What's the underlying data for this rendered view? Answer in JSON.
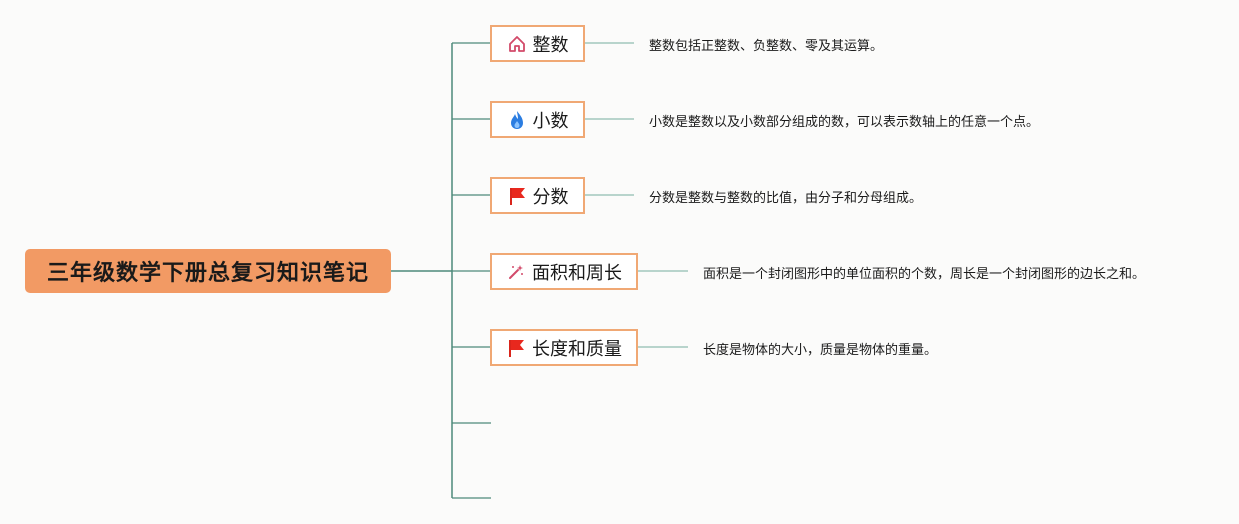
{
  "root": {
    "label": "三年级数学下册总复习知识笔记"
  },
  "topics": [
    {
      "label": "整数",
      "icon": "home-icon",
      "note": "整数包括正整数、负整数、零及其运算。"
    },
    {
      "label": "小数",
      "icon": "flame-icon",
      "note": "小数是整数以及小数部分组成的数，可以表示数轴上的任意一个点。"
    },
    {
      "label": "分数",
      "icon": "red-flag-icon",
      "note": "分数是整数与整数的比值，由分子和分母组成。"
    },
    {
      "label": "面积和周长",
      "icon": "magic-wand-icon",
      "note": "面积是一个封闭图形中的单位面积的个数，周长是一个封闭图形的边长之和。"
    },
    {
      "label": "长度和质量",
      "icon": "red-flag-icon",
      "note": "长度是物体的大小，质量是物体的重量。"
    }
  ],
  "colors": {
    "root": "#f29a64",
    "topic_border": "#f0a874",
    "connector": "#4d8a7a",
    "note_line": "#8fbcb0"
  }
}
